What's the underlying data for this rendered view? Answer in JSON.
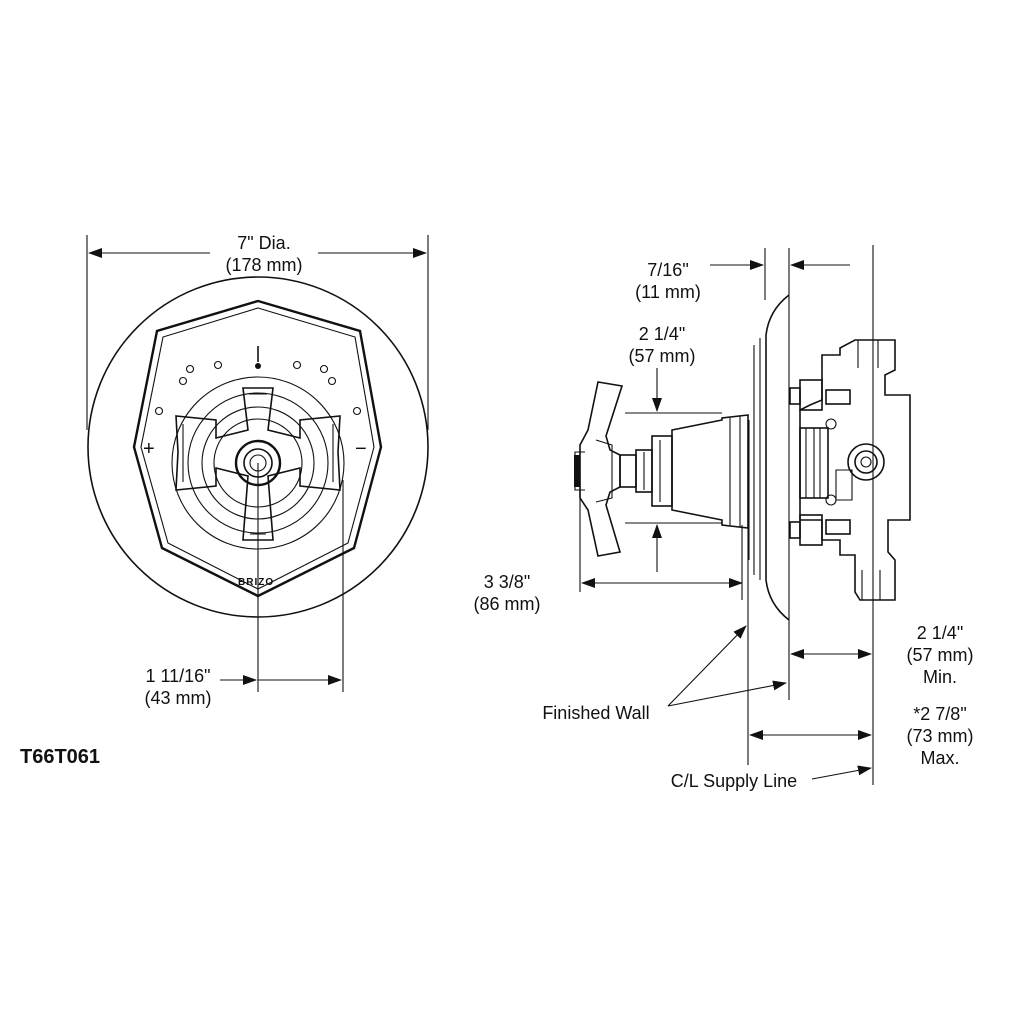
{
  "model": "T66T061",
  "front_view": {
    "diameter": [
      "7\" Dia.",
      "(178 mm)"
    ],
    "handle_offset": [
      "1 11/16\"",
      "(43 mm)"
    ],
    "logo": "BRIZO",
    "plus": "+",
    "minus": "−"
  },
  "side_view": {
    "trim_depth": [
      "7/16\"",
      "(11 mm)"
    ],
    "escutcheon_height": [
      "2 1/4\"",
      "(57 mm)"
    ],
    "handle_projection": [
      "3 3/8\"",
      "(86 mm)"
    ],
    "finished_wall": "Finished Wall",
    "min_depth": [
      "2 1/4\"",
      "(57 mm)",
      "Min."
    ],
    "max_depth": [
      "*2 7/8\"",
      "(73 mm)",
      "Max."
    ],
    "supply_line": "C/L Supply Line"
  }
}
